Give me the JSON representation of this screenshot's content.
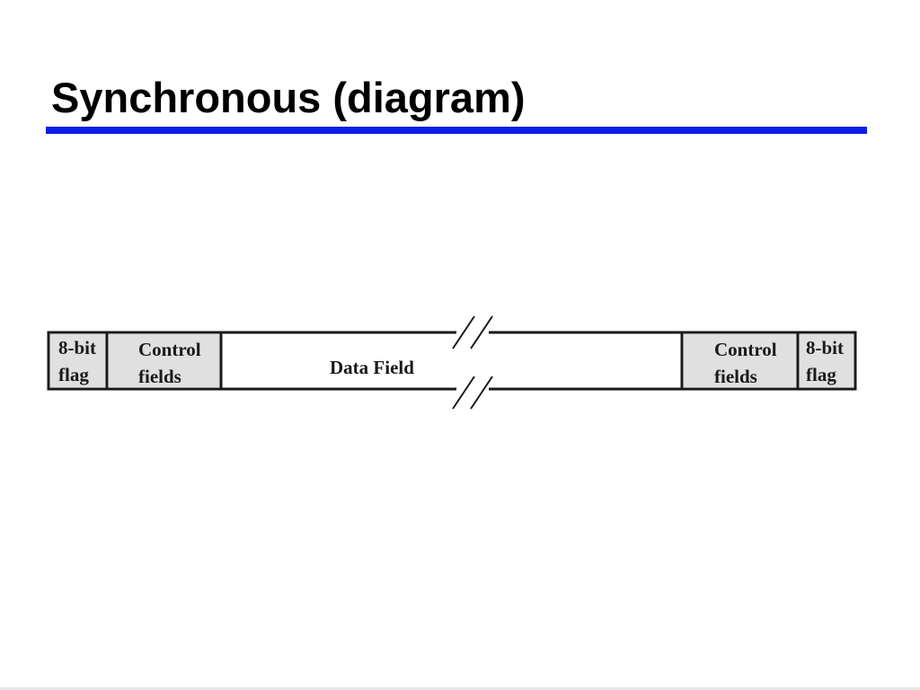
{
  "slide": {
    "title": "Synchronous (diagram)",
    "accent_color": "#0a1ee6"
  },
  "frame": {
    "fields": [
      {
        "line1": "8-bit",
        "line2": "flag"
      },
      {
        "line1": "Control",
        "line2": "fields"
      },
      {
        "line1": "Data Field"
      },
      {
        "line1": "Control",
        "line2": "fields"
      },
      {
        "line1": "8-bit",
        "line2": "flag"
      }
    ],
    "shaded_fill": "#e0e0e0",
    "break_marks": "double-slash-break-icon"
  }
}
